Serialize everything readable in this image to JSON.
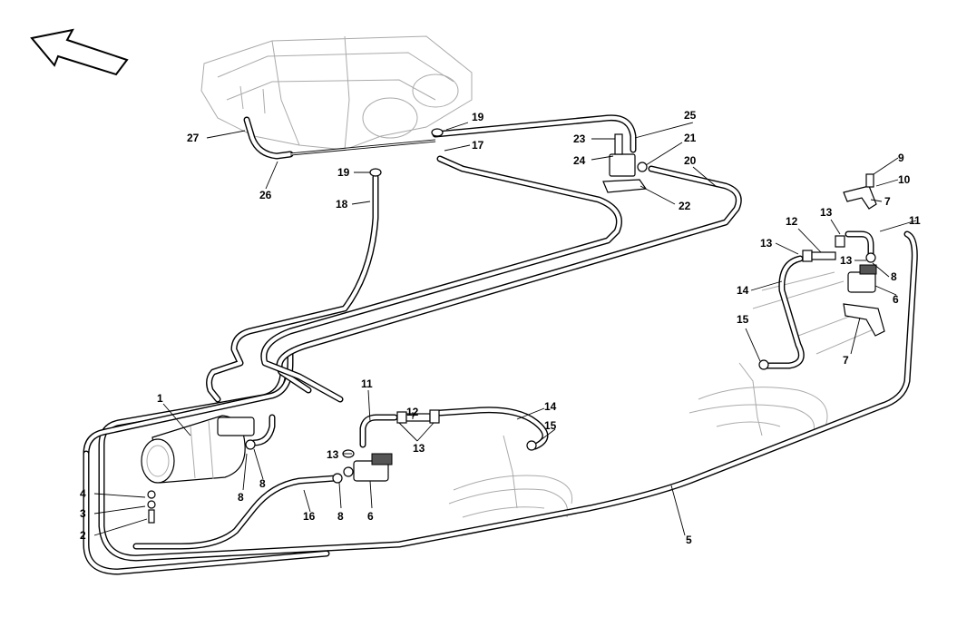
{
  "callouts": [
    {
      "id": "c1",
      "text": "1"
    },
    {
      "id": "c2",
      "text": "2"
    },
    {
      "id": "c3",
      "text": "3"
    },
    {
      "id": "c4",
      "text": "4"
    },
    {
      "id": "c5",
      "text": "5"
    },
    {
      "id": "c6a",
      "text": "6"
    },
    {
      "id": "c6b",
      "text": "6"
    },
    {
      "id": "c7a",
      "text": "7"
    },
    {
      "id": "c7b",
      "text": "7"
    },
    {
      "id": "c8a",
      "text": "8"
    },
    {
      "id": "c8b",
      "text": "8"
    },
    {
      "id": "c8c",
      "text": "8"
    },
    {
      "id": "c8d",
      "text": "8"
    },
    {
      "id": "c9",
      "text": "9"
    },
    {
      "id": "c10",
      "text": "10"
    },
    {
      "id": "c11a",
      "text": "11"
    },
    {
      "id": "c11b",
      "text": "11"
    },
    {
      "id": "c12a",
      "text": "12"
    },
    {
      "id": "c12b",
      "text": "12"
    },
    {
      "id": "c13a",
      "text": "13"
    },
    {
      "id": "c13b",
      "text": "13"
    },
    {
      "id": "c13c",
      "text": "13"
    },
    {
      "id": "c13d",
      "text": "13"
    },
    {
      "id": "c13e",
      "text": "13"
    },
    {
      "id": "c14a",
      "text": "14"
    },
    {
      "id": "c14b",
      "text": "14"
    },
    {
      "id": "c15a",
      "text": "15"
    },
    {
      "id": "c15b",
      "text": "15"
    },
    {
      "id": "c16",
      "text": "16"
    },
    {
      "id": "c17",
      "text": "17"
    },
    {
      "id": "c18",
      "text": "18"
    },
    {
      "id": "c19a",
      "text": "19"
    },
    {
      "id": "c19b",
      "text": "19"
    },
    {
      "id": "c20",
      "text": "20"
    },
    {
      "id": "c21",
      "text": "21"
    },
    {
      "id": "c22",
      "text": "22"
    },
    {
      "id": "c23",
      "text": "23"
    },
    {
      "id": "c24",
      "text": "24"
    },
    {
      "id": "c25",
      "text": "25"
    },
    {
      "id": "c26",
      "text": "26"
    },
    {
      "id": "c27",
      "text": "27"
    }
  ],
  "icons": {
    "direction_arrow": "direction-arrow-icon"
  }
}
